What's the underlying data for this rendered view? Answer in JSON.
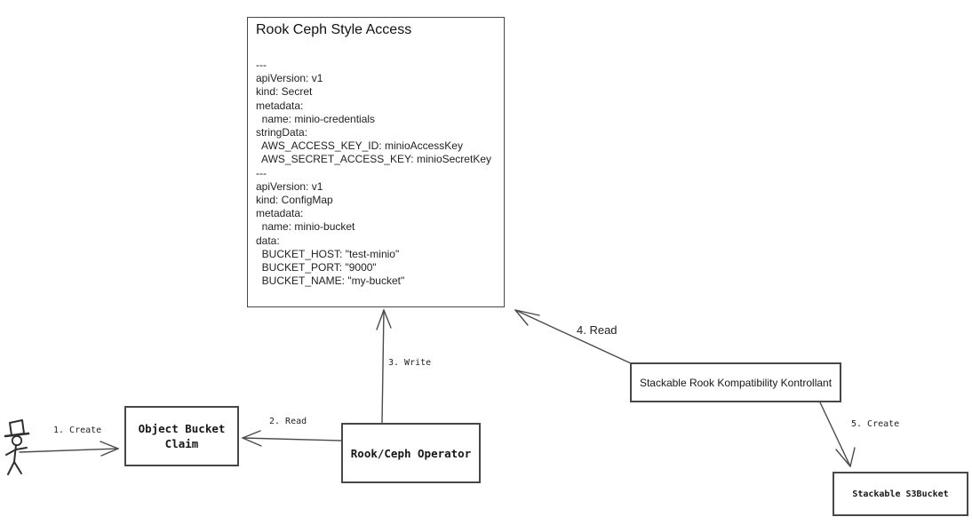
{
  "main_box": {
    "title": "Rook Ceph Style Access",
    "yaml": "---\napiVersion: v1\nkind: Secret\nmetadata:\n  name: minio-credentials\nstringData:\n  AWS_ACCESS_KEY_ID: minioAccessKey\n  AWS_SECRET_ACCESS_KEY: minioSecretKey\n---\napiVersion: v1\nkind: ConfigMap\nmetadata:\n  name: minio-bucket\ndata:\n  BUCKET_HOST: \"test-minio\"\n  BUCKET_PORT: \"9000\"\n  BUCKET_NAME: \"my-bucket\""
  },
  "nodes": {
    "object_bucket_claim": "Object Bucket\nClaim",
    "rook_ceph_operator": "Rook/Ceph Operator",
    "stackable_kontrollant": "Stackable Rook Kompatibility Kontrollant",
    "stackable_s3bucket": "Stackable S3Bucket"
  },
  "edge_labels": {
    "e1": "1. Create",
    "e2": "2. Read",
    "e3": "3. Write",
    "e4": "4. Read",
    "e5": "5. Create"
  },
  "icons": {
    "actor": "stick-figure-person-with-top-hat"
  },
  "colors": {
    "line": "#4a4a4a",
    "figure": "#2e2e2e",
    "text": "#1c1c1c",
    "background": "#ffffff"
  }
}
